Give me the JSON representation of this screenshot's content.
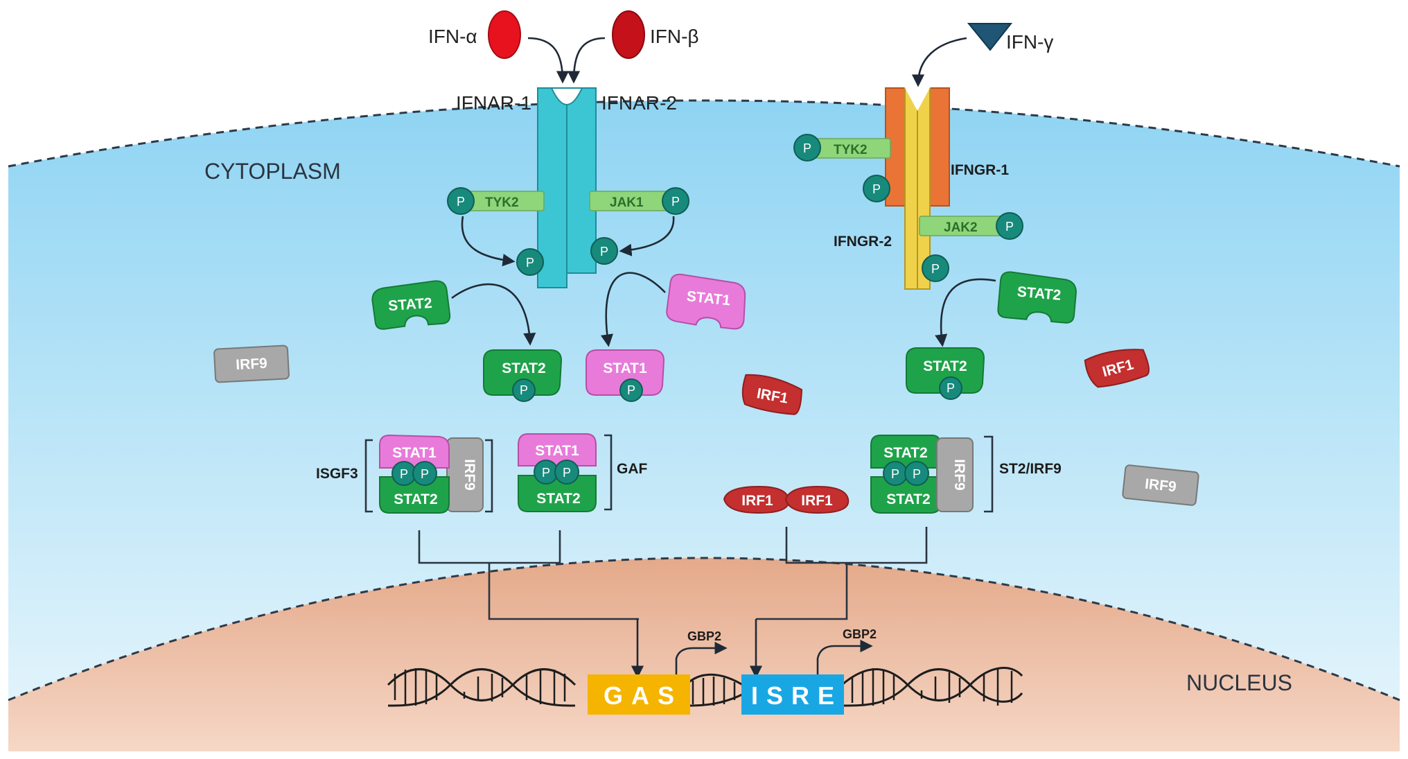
{
  "regions": {
    "cytoplasm": "CYTOPLASM",
    "nucleus": "NUCLEUS"
  },
  "ligands": {
    "ifn_alpha": "IFN-α",
    "ifn_beta": "IFN-β",
    "ifn_gamma": "IFN-γ"
  },
  "receptors": {
    "ifnar1": "IFNAR-1",
    "ifnar2": "IFNAR-2",
    "ifngr1": "IFNGR-1",
    "ifngr2": "IFNGR-2"
  },
  "kinases": {
    "tyk2": "TYK2",
    "jak1": "JAK1",
    "jak2": "JAK2"
  },
  "phospho": "P",
  "proteins": {
    "stat1": "STAT1",
    "stat2": "STAT2",
    "irf1": "IRF1",
    "irf9": "IRF9"
  },
  "complexes": {
    "isgf3": "ISGF3",
    "gaf": "GAF",
    "st2_irf9": "ST2/IRF9"
  },
  "elements": {
    "gas": "GAS",
    "isre": "ISRE"
  },
  "genes": {
    "gbp2_left": "GBP2",
    "gbp2_right": "GBP2"
  },
  "colors": {
    "cytoplasm": "#a9dcf5",
    "nucleus": "#e9b79b",
    "ifnar": "#3cc6d4",
    "ifngr1": "#ea7435",
    "ifngr2": "#f0d24a",
    "stat2": "#1fa34a",
    "stat1": "#e87bd9",
    "irf1": "#c42f2f",
    "irf9": "#a8a8a8",
    "gas": "#f5b400",
    "isre": "#19a7e4"
  }
}
